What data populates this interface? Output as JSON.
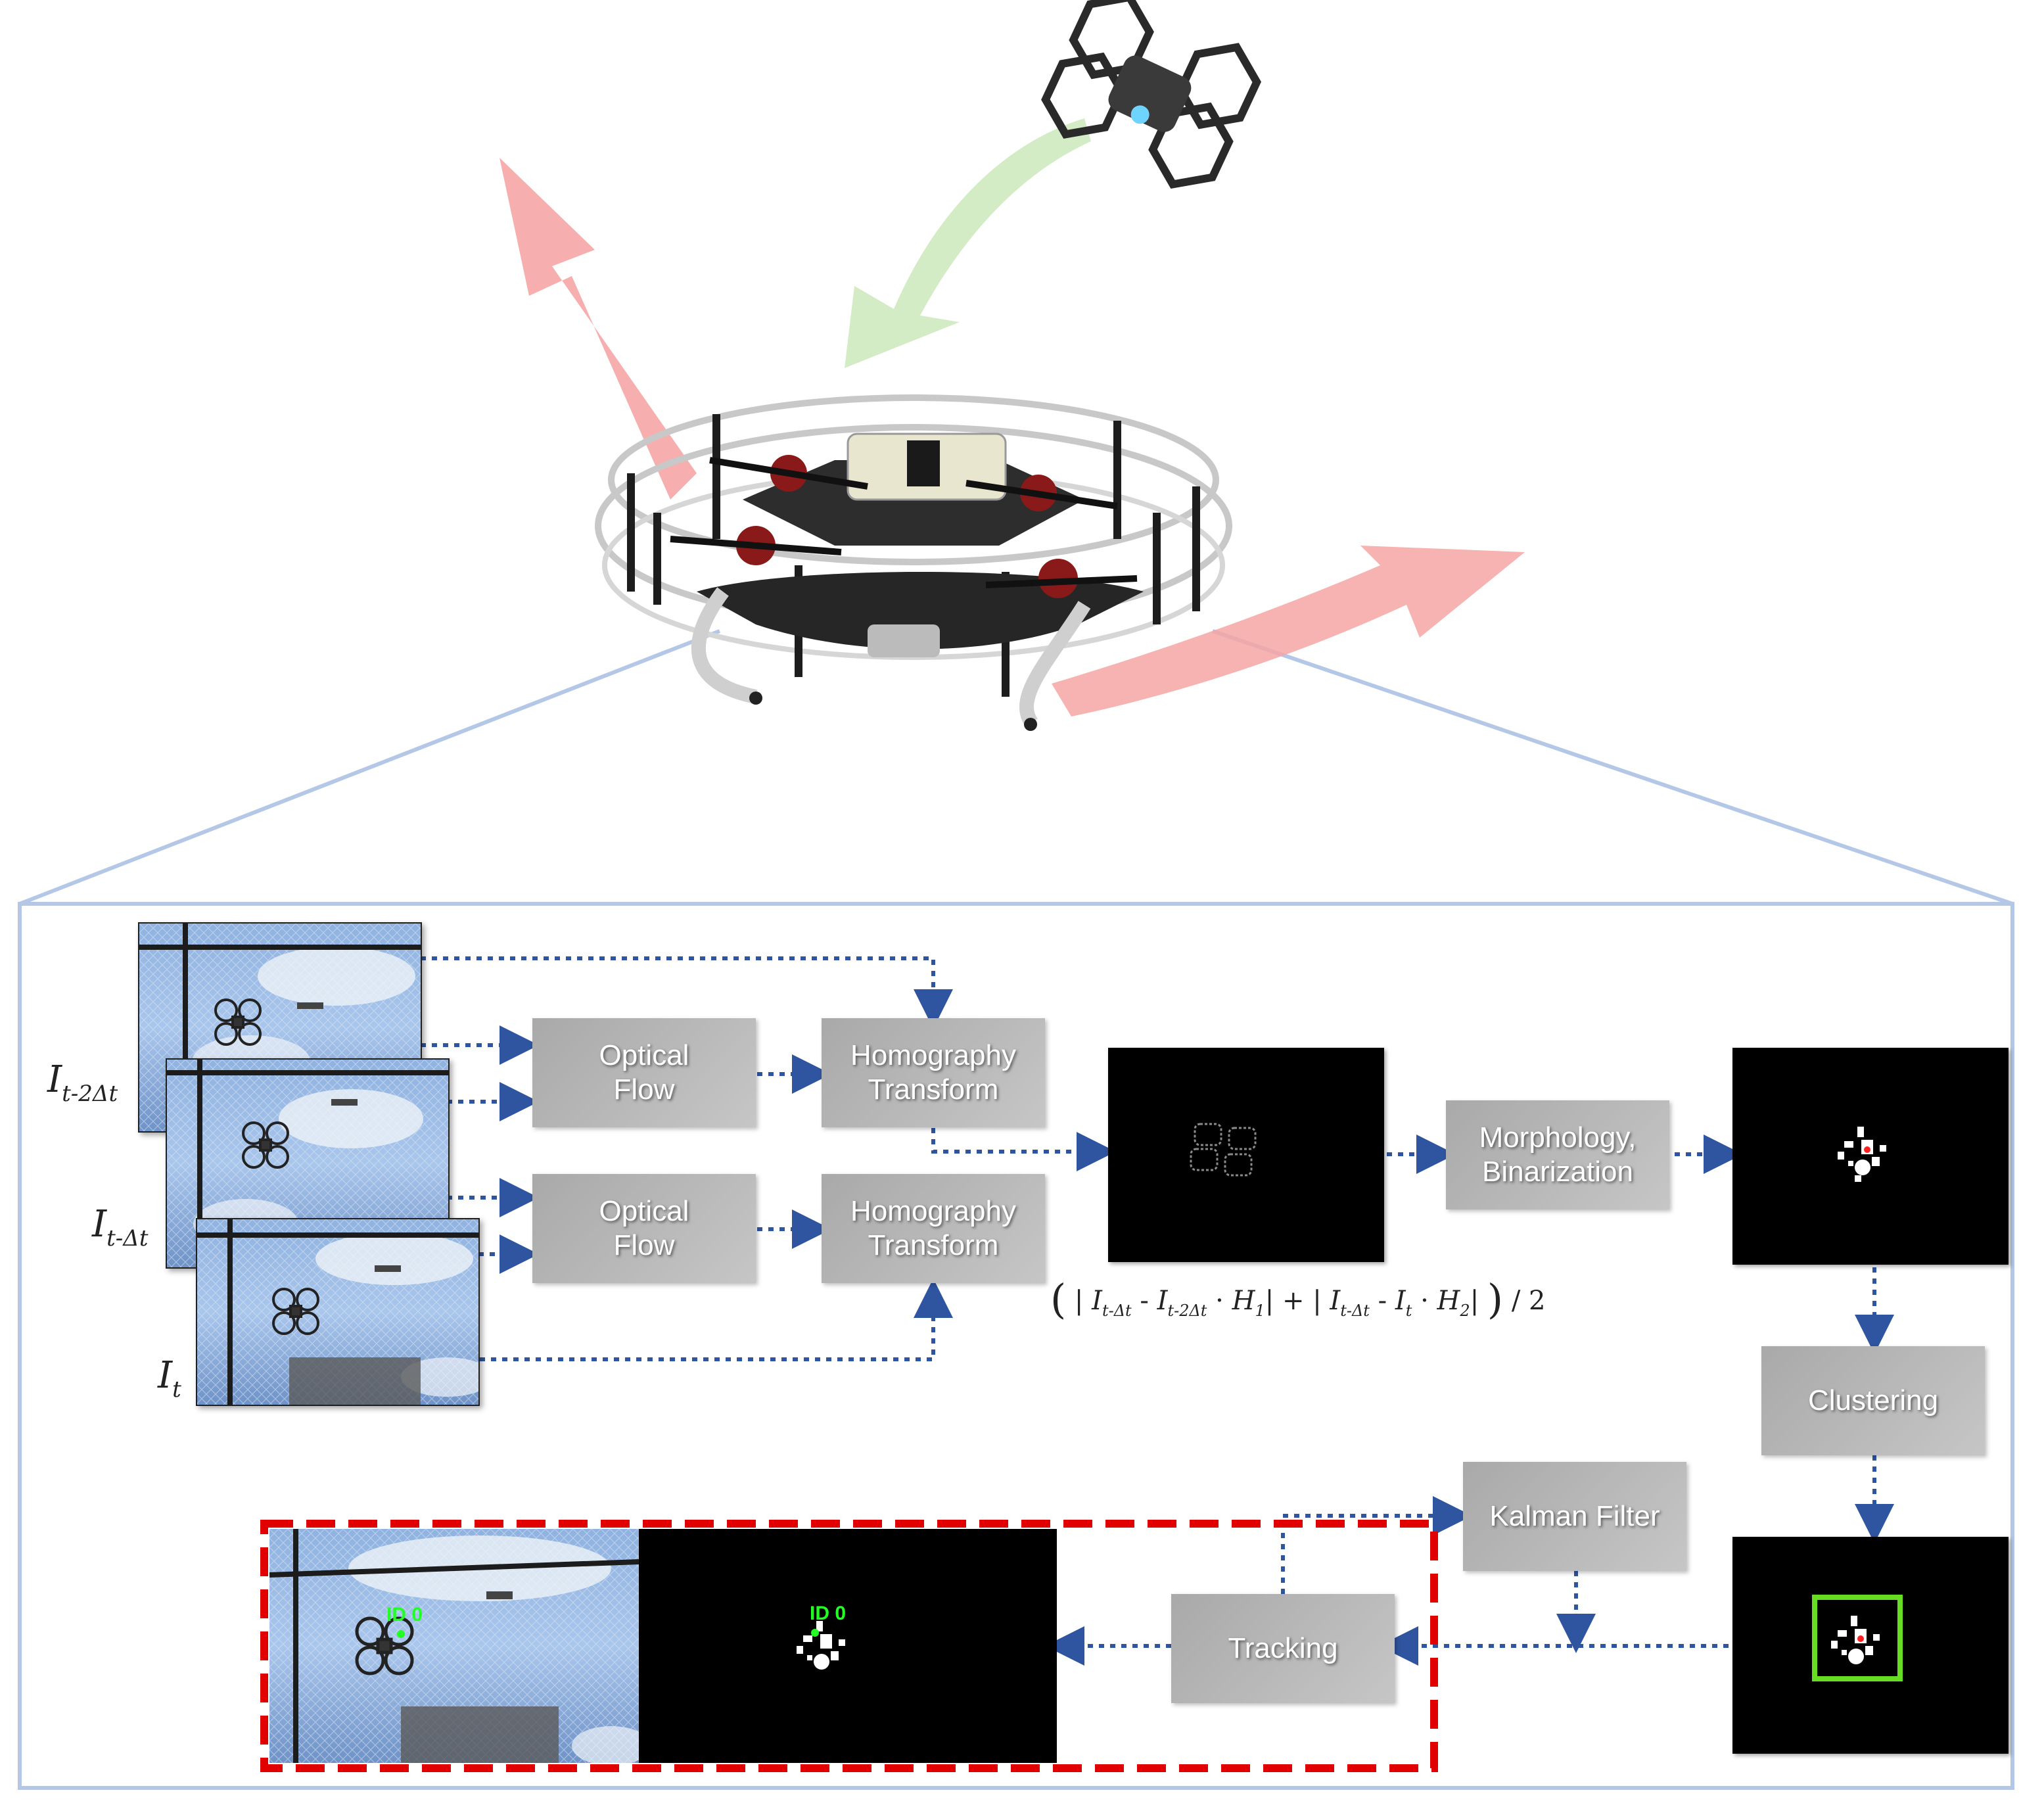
{
  "frame_labels": {
    "prev2": {
      "main": "I",
      "sub": "t-2Δt"
    },
    "prev1": {
      "main": "I",
      "sub": "t-Δt"
    },
    "cur": {
      "main": "I",
      "sub": "t"
    }
  },
  "boxes": {
    "optical_flow_1": [
      "Optical",
      "Flow"
    ],
    "optical_flow_2": [
      "Optical",
      "Flow"
    ],
    "homography_1": [
      "Homography",
      "Transform"
    ],
    "homography_2": [
      "Homography",
      "Transform"
    ],
    "morphology": [
      "Morphology,",
      "Binarization"
    ],
    "clustering": "Clustering",
    "kalman": "Kalman Filter",
    "tracking": "Tracking"
  },
  "formula": {
    "open": "(",
    "close": ")",
    "divide": "/ 2",
    "plus": "+",
    "minus": "-",
    "dot": "·",
    "bar": "|",
    "I": "I",
    "H1": "H",
    "H1_sub": "1",
    "H2": "H",
    "H2_sub": "2",
    "t_dt": "t-Δt",
    "t_2dt": "t-2Δt",
    "t": "t"
  },
  "tracking_label": "ID 0",
  "colors": {
    "arrow_blue": "#2f55a0",
    "zoom_line": "#b4c7e7",
    "dash_red": "#e00000",
    "bbox_green": "#66dd22",
    "push_arrow": "#f6a0a0",
    "approach_arrow": "#cfe8b8"
  }
}
